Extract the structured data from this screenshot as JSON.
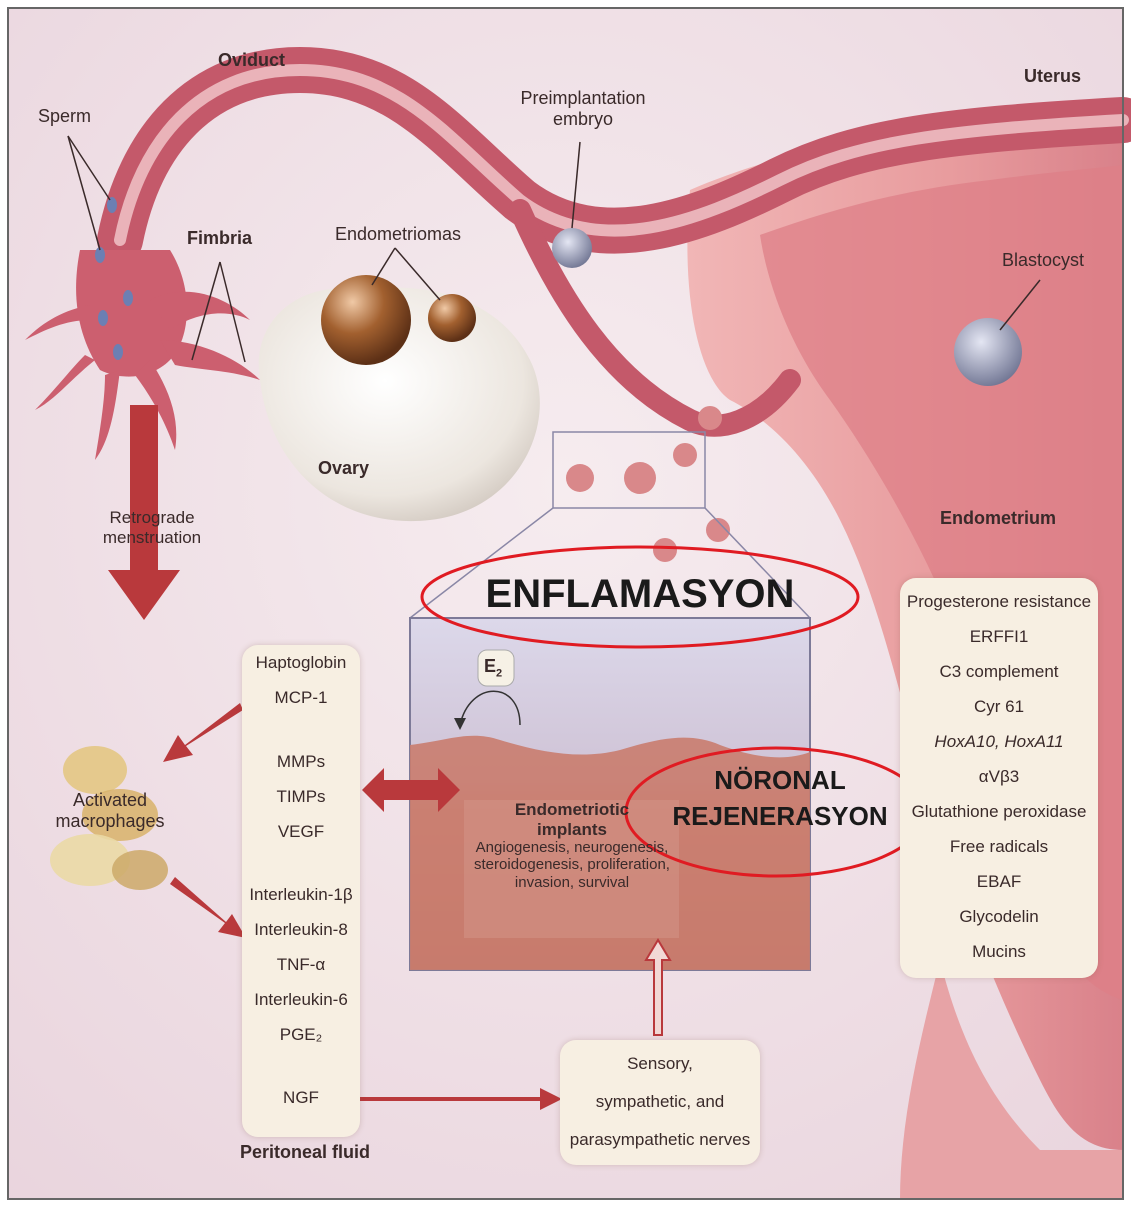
{
  "labels": {
    "oviduct": "Oviduct",
    "uterus": "Uterus",
    "sperm": "Sperm",
    "preimplantation_embryo": [
      "Preimplantation",
      "embryo"
    ],
    "fimbria": "Fimbria",
    "endometriomas": "Endometriomas",
    "blastocyst": "Blastocyst",
    "ovary": "Ovary",
    "retrograde_menstruation": [
      "Retrograde",
      "menstruation"
    ],
    "endometrium": "Endometrium",
    "activated_macrophages": [
      "Activated",
      "macrophages"
    ],
    "peritoneal_fluid": "Peritoneal fluid",
    "e2_base": "E",
    "e2_sub": "2"
  },
  "implants": {
    "title": [
      "Endometriotic",
      "implants"
    ],
    "desc": [
      "Angiogenesis, neurogenesis,",
      "steroidogenesis, proliferation,",
      "invasion, survival"
    ]
  },
  "peritoneal_list": {
    "group1": [
      "Haptoglobin",
      "MCP-1"
    ],
    "group2": [
      "MMPs",
      "TIMPs",
      "VEGF"
    ],
    "group3": [
      "Interleukin-1β",
      "Interleukin-8",
      "TNF-α",
      "Interleukin-6",
      "PGE₂"
    ],
    "group4": [
      "NGF"
    ]
  },
  "endometrium_list": [
    "Progesterone resistance",
    "ERFFI1",
    "C3 complement",
    "Cyr 61",
    "HoxA10, HoxA11",
    "αVβ3",
    "Glutathione peroxidase",
    "Free radicals",
    "EBAF",
    "Glycodelin",
    "Mucins"
  ],
  "nerves": [
    "Sensory,",
    "sympathetic, and",
    "parasympathetic nerves"
  ],
  "overlays": {
    "enflamasyon": "ENFLAMASYON",
    "noronal": [
      "NÖRONAL",
      "REJENERASYON"
    ]
  },
  "colors": {
    "background": "#f1e3ea",
    "tissue": "#d9737e",
    "tissue_dark": "#b64f5c",
    "uterus_pink": "#eaa0a5",
    "arrow": "#b9393c",
    "box_fill": "#f7efe2",
    "overlay_ellipse": "#e01b22"
  }
}
